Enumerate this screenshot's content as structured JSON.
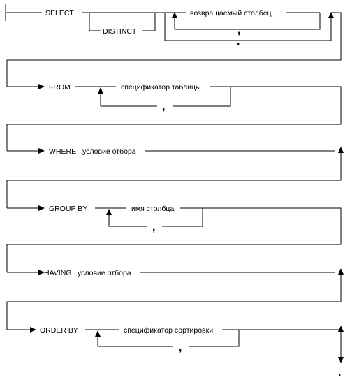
{
  "select_clause": {
    "keyword": "SELECT",
    "distinct": "DISTINCT",
    "column": "возвращаемый столбец",
    "comma": ",",
    "star": "."
  },
  "from_clause": {
    "keyword": "FROM",
    "table_spec": "спецификатор таблицы",
    "comma": ","
  },
  "where_clause": {
    "keyword": "WHERE",
    "condition": "условие отбора"
  },
  "group_by_clause": {
    "keyword": "GROUP BY",
    "column": "имя столбца",
    "comma": ","
  },
  "having_clause": {
    "keyword": "HAVING",
    "condition": "условие отбора"
  },
  "order_by_clause": {
    "keyword": "ORDER BY",
    "sort_spec": "спецификатор сортировки",
    "comma": ","
  },
  "terminator": "."
}
